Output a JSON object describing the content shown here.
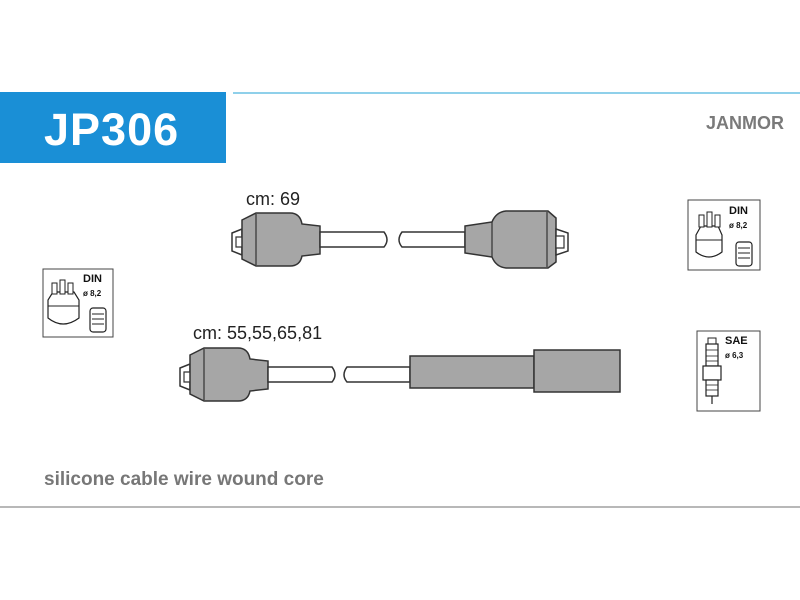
{
  "header": {
    "part_number": "JP306",
    "brand": "JANMOR"
  },
  "cables": [
    {
      "length_label": "cm: 69"
    },
    {
      "length_label": "cm: 55,55,65,81"
    }
  ],
  "connectors": {
    "distributor_right": {
      "standard": "DIN",
      "diameter": "ø 8,2"
    },
    "distributor_left": {
      "standard": "DIN",
      "diameter": "ø 8,2"
    },
    "spark_plug": {
      "standard": "SAE",
      "diameter": "ø 6,3"
    }
  },
  "footer": {
    "description": "silicone cable wire wound core"
  },
  "colors": {
    "accent": "#1a8fd6",
    "accent_line": "#8fd0ea",
    "boot_fill": "#a6a6a6"
  }
}
